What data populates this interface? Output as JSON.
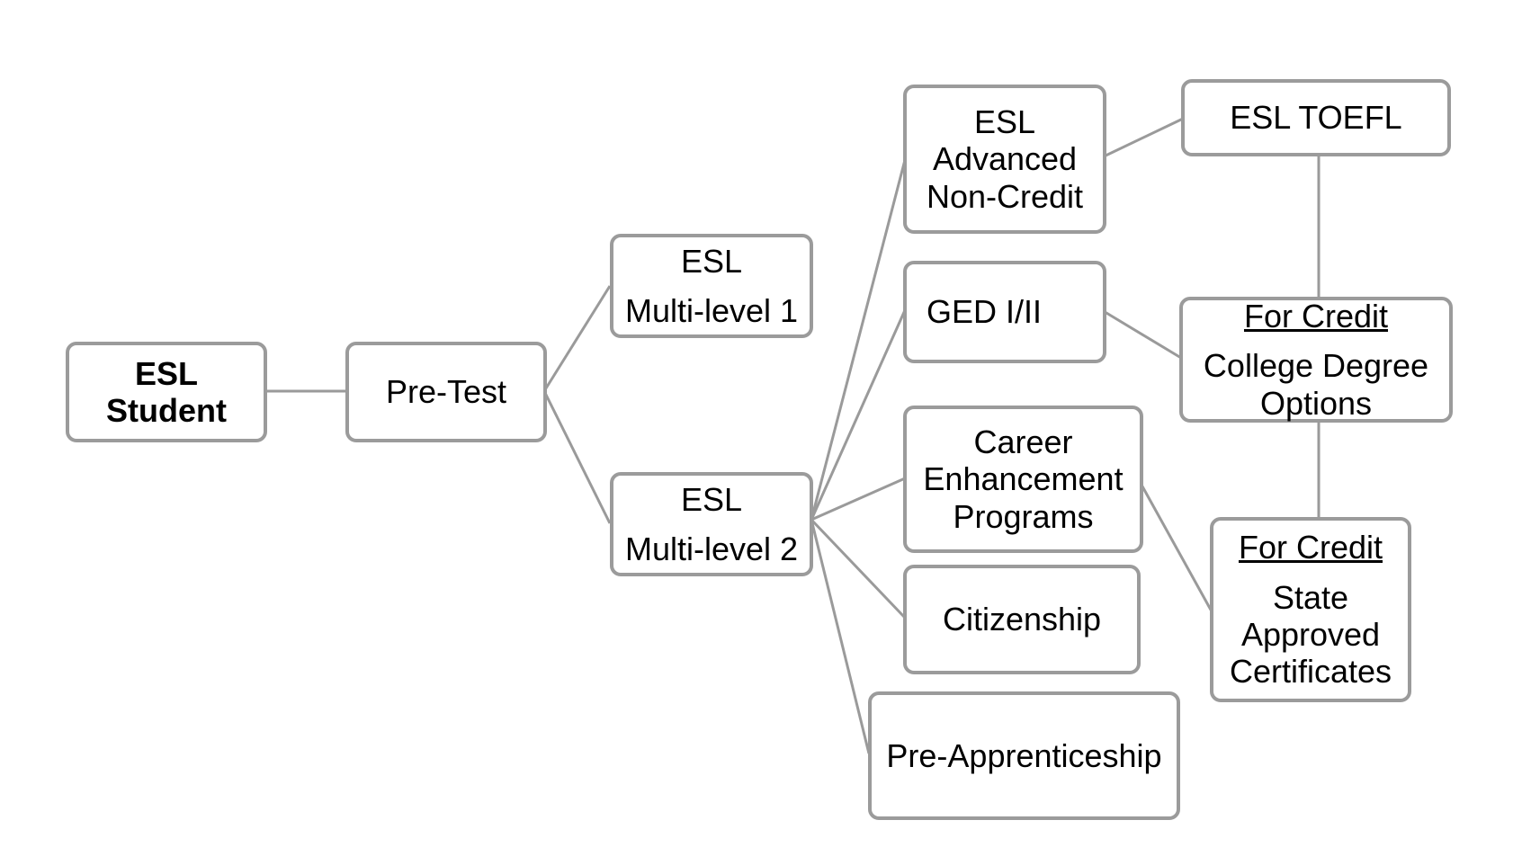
{
  "nodes": {
    "esl_student": {
      "line1": "ESL",
      "line2": "Student"
    },
    "pre_test": {
      "line1": "Pre-Test"
    },
    "esl_ml1": {
      "line1": "ESL",
      "line2": "Multi-level 1"
    },
    "esl_ml2": {
      "line1": "ESL",
      "line2": "Multi-level 2"
    },
    "esl_advanced": {
      "line1": "ESL",
      "line2": "Advanced",
      "line3": "Non-Credit"
    },
    "ged": {
      "line1": "GED I/II"
    },
    "career": {
      "line1": "Career",
      "line2": "Enhancement",
      "line3": "Programs"
    },
    "citizenship": {
      "line1": "Citizenship"
    },
    "pre_apprenticeship": {
      "line1": "Pre-Apprenticeship"
    },
    "esl_toefl": {
      "line1": "ESL TOEFL"
    },
    "college_degree": {
      "line1": "For Credit",
      "line2": "College Degree",
      "line3": "Options"
    },
    "state_certificates": {
      "line1": "For Credit",
      "line2": "State",
      "line3": "Approved",
      "line4": "Certificates"
    }
  },
  "colors": {
    "connector": "#9a9a9a",
    "node_border": "#9b9b9b",
    "background": "#ffffff",
    "text": "#000000"
  }
}
